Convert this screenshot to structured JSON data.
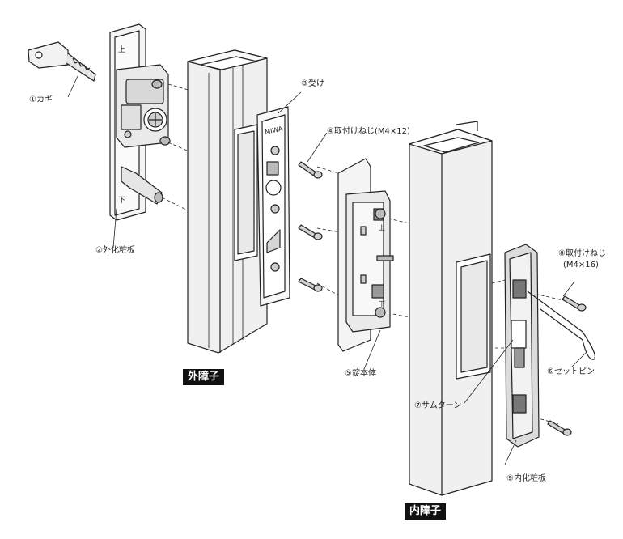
{
  "labels": {
    "key": "①カギ",
    "outer_plate": "②外化粧板",
    "receiver": "③受け",
    "screw_small": "④取付けねじ(M4×12)",
    "lock_body": "⑤錠本体",
    "set_pin": "⑥セットピン",
    "thumb_turn": "⑦サムターン",
    "screw_large_1": "⑧取付けねじ",
    "screw_large_2": "(M4×16)",
    "inner_plate": "⑨内化粧板"
  },
  "tags": {
    "outer_frame": "外障子",
    "inner_frame": "内障子"
  },
  "markings": {
    "brand": "MIWA",
    "up": "上",
    "down": "下"
  }
}
